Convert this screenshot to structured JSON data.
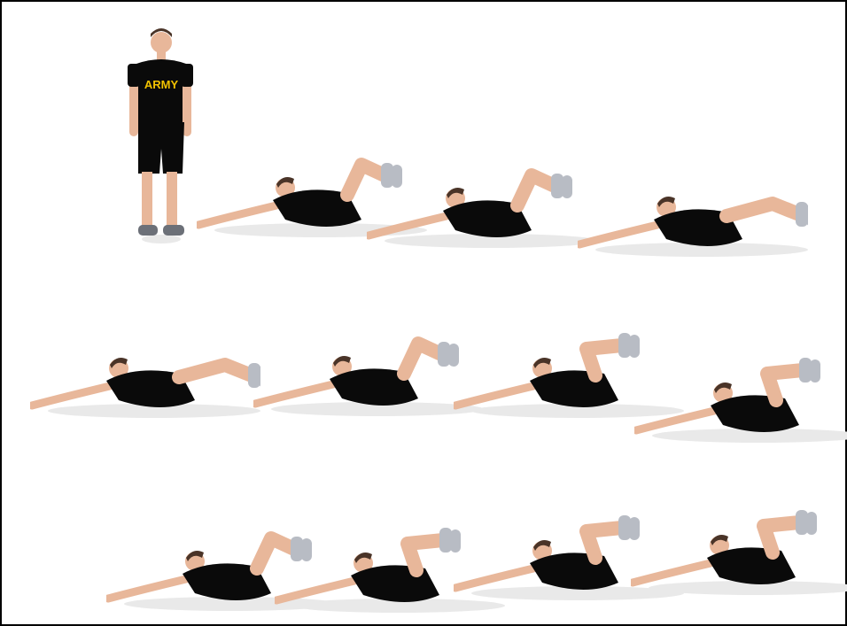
{
  "image": {
    "description_free": true,
    "shirt_text": "ARMY",
    "colors": {
      "shirt": "#0a0a0a",
      "shirt_print": "#f2c200",
      "skin": "#e8b79a",
      "shoe": "#b8bcc4",
      "hair": "#4a3428",
      "frame": "#000000"
    }
  },
  "rows": [
    {
      "poses": [
        "standing",
        "lying-knees-up",
        "lying-knees-up",
        "lying-knees-down"
      ]
    },
    {
      "poses": [
        "lying-knees-down",
        "lying-knees-up",
        "lying-knees-tuck",
        "rolled-tuck"
      ]
    },
    {
      "poses": [
        "rolled-over",
        "rolled-tuck",
        "lying-knees-tuck",
        "lying-knees-tuck"
      ]
    }
  ]
}
